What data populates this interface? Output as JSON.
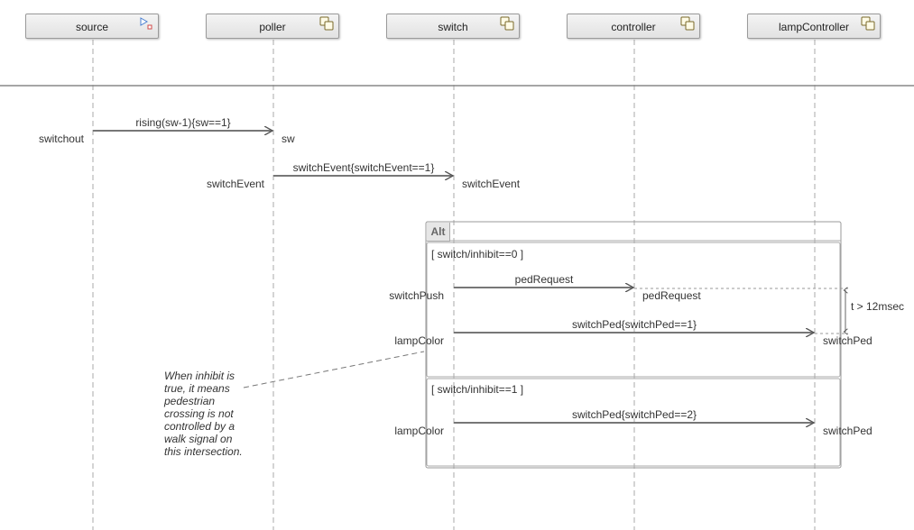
{
  "lifelines": [
    {
      "name": "source",
      "icon": "signal-source-icon"
    },
    {
      "name": "poller",
      "icon": "subsystem-icon"
    },
    {
      "name": "switch",
      "icon": "subsystem-icon"
    },
    {
      "name": "controller",
      "icon": "subsystem-icon"
    },
    {
      "name": "lampController",
      "icon": "subsystem-icon"
    }
  ],
  "messages": [
    {
      "label": "rising(sw-1){sw==1}",
      "send_port": "switchout",
      "receive_port": "sw"
    },
    {
      "label": "switchEvent{switchEvent==1}",
      "send_port": "switchEvent",
      "receive_port": "switchEvent"
    },
    {
      "label": "pedRequest",
      "send_port": "switchPush",
      "receive_port": "pedRequest"
    },
    {
      "label": "switchPed{switchPed==1}",
      "send_port": "lampColor",
      "receive_port": "switchPed"
    },
    {
      "label": "switchPed{switchPed==2}",
      "send_port": "lampColor",
      "receive_port": "switchPed"
    }
  ],
  "fragment": {
    "operator": "Alt",
    "operands": [
      {
        "guard": "[ switch/inhibit==0 ]"
      },
      {
        "guard": "[ switch/inhibit==1 ]"
      }
    ]
  },
  "duration_constraint": "t > 12msec",
  "annotation": "When inhibit is true, it means pedestrian crossing is not controlled by a walk signal on this intersection.",
  "colors": {
    "line": "#777777",
    "frame": "#999999",
    "separator": "#888888"
  }
}
